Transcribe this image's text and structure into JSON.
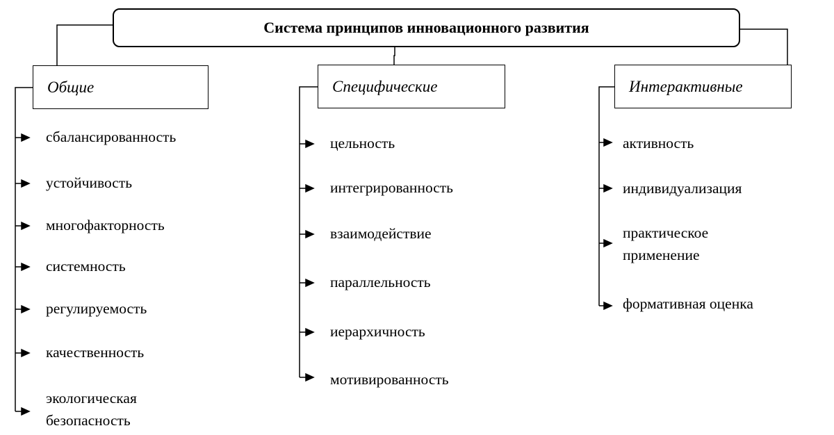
{
  "title": "Система принципов инновационного развития",
  "categories": [
    {
      "label": "Общие",
      "items": [
        "сбалансированность",
        "устойчивость",
        "многофакторность",
        "системность",
        "регулируемость",
        "качественность",
        "экологическая безопасность"
      ]
    },
    {
      "label": "Специфические",
      "items": [
        "цельность",
        "интегрированность",
        "взаимодействие",
        "параллельность",
        "иерархичность",
        "мотивированность"
      ]
    },
    {
      "label": "Интерактивные",
      "items": [
        "активность",
        "индивидуализация",
        "практическое применение",
        "формативная оценка"
      ]
    }
  ]
}
